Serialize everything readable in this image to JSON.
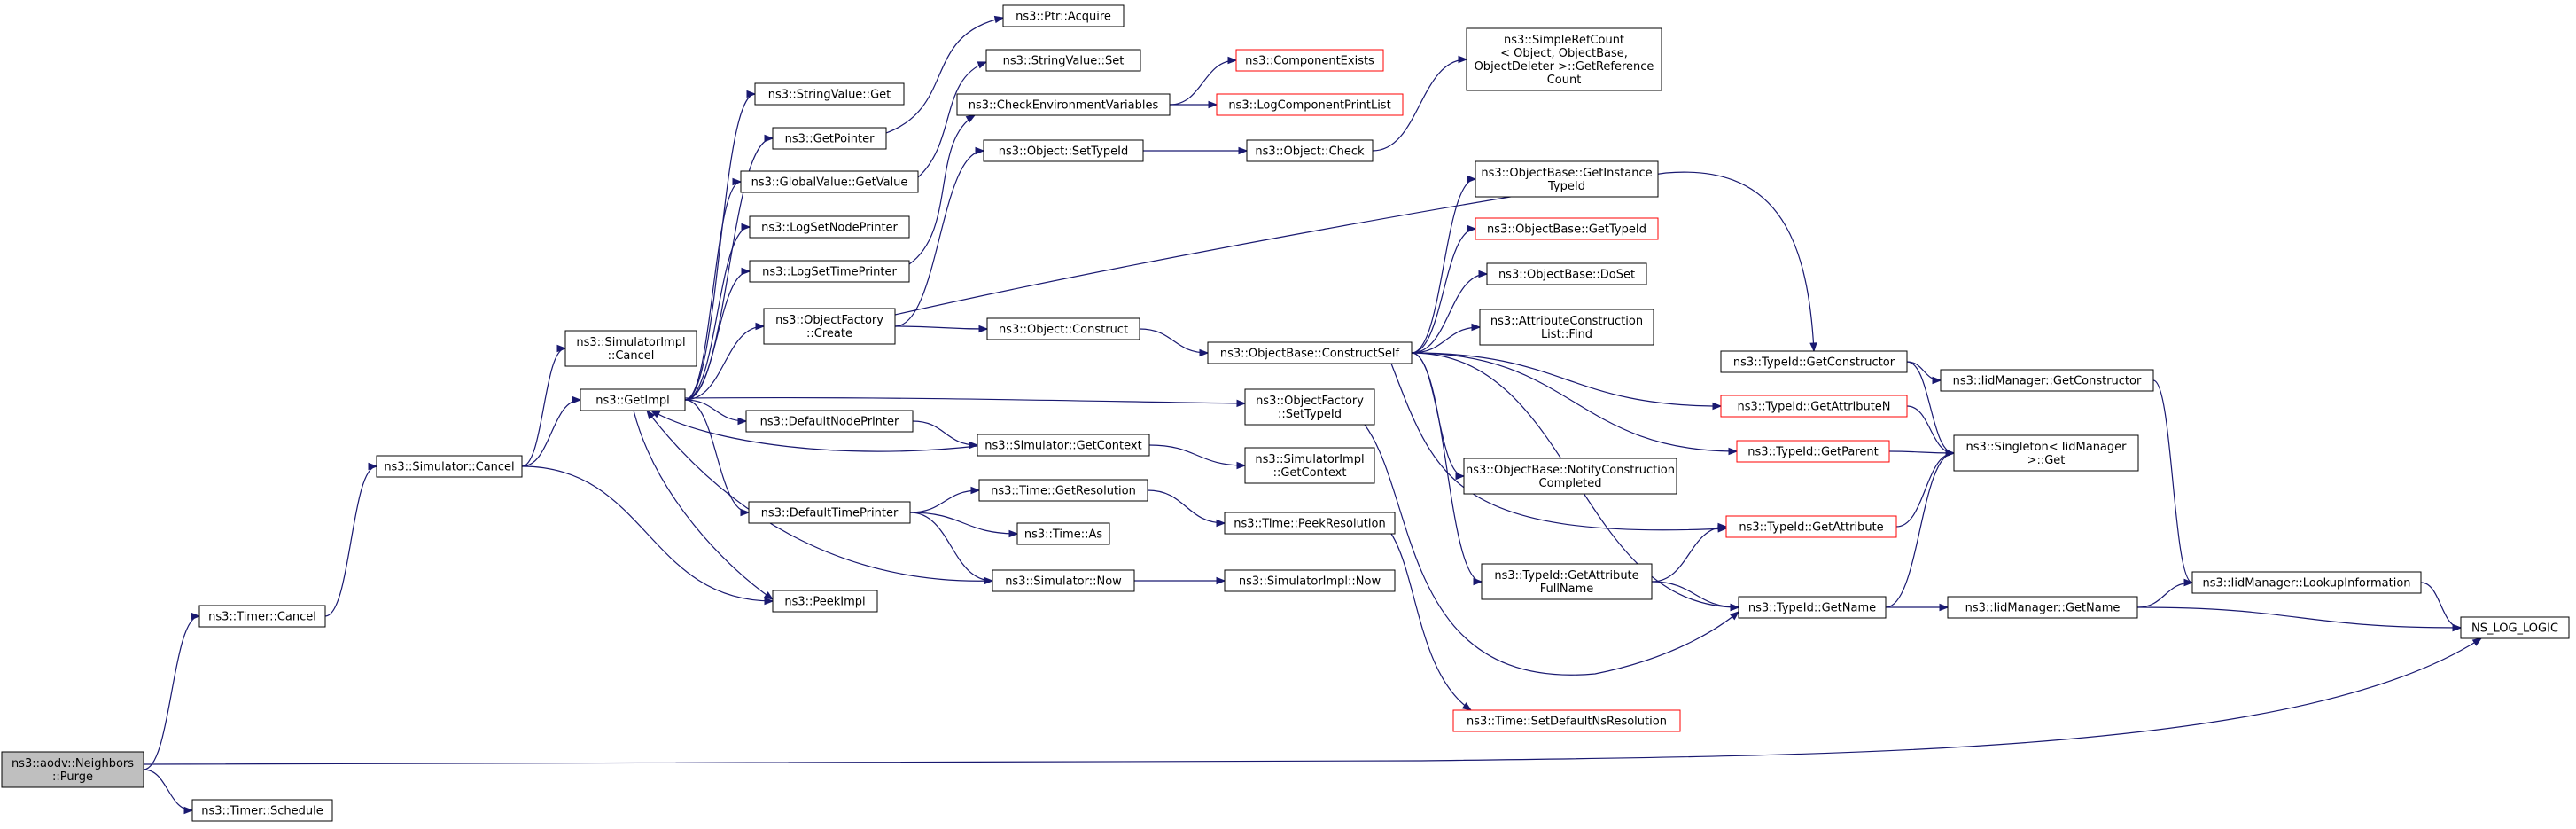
{
  "graph": {
    "colors": {
      "edge": "#191970",
      "border": "#000000",
      "truncated_border": "#ff0000",
      "root_fill": "#bfbfbf"
    },
    "nodes": [
      {
        "id": "purge",
        "lines": [
          "ns3::aodv::Neighbors",
          "::Purge"
        ],
        "root": true
      },
      {
        "id": "timer_cancel",
        "lines": [
          "ns3::Timer::Cancel"
        ]
      },
      {
        "id": "timer_schedule",
        "lines": [
          "ns3::Timer::Schedule"
        ]
      },
      {
        "id": "sim_cancel",
        "lines": [
          "ns3::Simulator::Cancel"
        ]
      },
      {
        "id": "simimpl_cancel",
        "lines": [
          "ns3::SimulatorImpl",
          "::Cancel"
        ]
      },
      {
        "id": "getimpl",
        "lines": [
          "ns3::GetImpl"
        ]
      },
      {
        "id": "peekimpl",
        "lines": [
          "ns3::PeekImpl"
        ]
      },
      {
        "id": "stringvalue_get",
        "lines": [
          "ns3::StringValue::Get"
        ]
      },
      {
        "id": "getpointer",
        "lines": [
          "ns3::GetPointer"
        ]
      },
      {
        "id": "globalvalue_getvalue",
        "lines": [
          "ns3::GlobalValue::GetValue"
        ]
      },
      {
        "id": "logsetnodeprinter",
        "lines": [
          "ns3::LogSetNodePrinter"
        ]
      },
      {
        "id": "logsettimeprinter",
        "lines": [
          "ns3::LogSetTimePrinter"
        ]
      },
      {
        "id": "objectfactory_create",
        "lines": [
          "ns3::ObjectFactory",
          "::Create"
        ]
      },
      {
        "id": "defaultnodeprinter",
        "lines": [
          "ns3::DefaultNodePrinter"
        ]
      },
      {
        "id": "defaulttimeprinter",
        "lines": [
          "ns3::DefaultTimePrinter"
        ]
      },
      {
        "id": "ptr_acquire",
        "lines": [
          "ns3::Ptr::Acquire"
        ]
      },
      {
        "id": "stringvalue_set",
        "lines": [
          "ns3::StringValue::Set"
        ]
      },
      {
        "id": "checkenv",
        "lines": [
          "ns3::CheckEnvironmentVariables"
        ]
      },
      {
        "id": "object_settypeid",
        "lines": [
          "ns3::Object::SetTypeId"
        ]
      },
      {
        "id": "object_construct",
        "lines": [
          "ns3::Object::Construct"
        ]
      },
      {
        "id": "sim_getcontext",
        "lines": [
          "ns3::Simulator::GetContext"
        ]
      },
      {
        "id": "time_getresolution",
        "lines": [
          "ns3::Time::GetResolution"
        ]
      },
      {
        "id": "time_as",
        "lines": [
          "ns3::Time::As"
        ]
      },
      {
        "id": "sim_now",
        "lines": [
          "ns3::Simulator::Now"
        ]
      },
      {
        "id": "componentexists",
        "lines": [
          "ns3::ComponentExists"
        ],
        "truncated": true
      },
      {
        "id": "logcomponentprintlist",
        "lines": [
          "ns3::LogComponentPrintList"
        ],
        "truncated": true
      },
      {
        "id": "object_check",
        "lines": [
          "ns3::Object::Check"
        ]
      },
      {
        "id": "objectfactory_settypeid",
        "lines": [
          "ns3::ObjectFactory",
          "::SetTypeId"
        ]
      },
      {
        "id": "simimpl_getcontext",
        "lines": [
          "ns3::SimulatorImpl",
          "::GetContext"
        ]
      },
      {
        "id": "time_peekresolution",
        "lines": [
          "ns3::Time::PeekResolution"
        ]
      },
      {
        "id": "simimpl_now",
        "lines": [
          "ns3::SimulatorImpl::Now"
        ]
      },
      {
        "id": "objectbase_constructself",
        "lines": [
          "ns3::ObjectBase::ConstructSelf"
        ]
      },
      {
        "id": "simplerefcount",
        "lines": [
          "ns3::SimpleRefCount",
          "< Object, ObjectBase,",
          "ObjectDeleter >::GetReference",
          "Count"
        ]
      },
      {
        "id": "objectbase_getinstancetypeid",
        "lines": [
          "ns3::ObjectBase::GetInstance",
          "TypeId"
        ]
      },
      {
        "id": "objectbase_gettypeid",
        "lines": [
          "ns3::ObjectBase::GetTypeId"
        ],
        "truncated": true
      },
      {
        "id": "objectbase_doset",
        "lines": [
          "ns3::ObjectBase::DoSet"
        ]
      },
      {
        "id": "attributeconstructionlist_find",
        "lines": [
          "ns3::AttributeConstruction",
          "List::Find"
        ]
      },
      {
        "id": "objectbase_notifyconstruction",
        "lines": [
          "ns3::ObjectBase::NotifyConstruction",
          "Completed"
        ]
      },
      {
        "id": "typeid_getattributefullname",
        "lines": [
          "ns3::TypeId::GetAttribute",
          "FullName"
        ]
      },
      {
        "id": "time_setdefaultnsresolution",
        "lines": [
          "ns3::Time::SetDefaultNsResolution"
        ],
        "truncated": true
      },
      {
        "id": "typeid_getconstructor",
        "lines": [
          "ns3::TypeId::GetConstructor"
        ]
      },
      {
        "id": "typeid_getattributen",
        "lines": [
          "ns3::TypeId::GetAttributeN"
        ],
        "truncated": true
      },
      {
        "id": "typeid_getparent",
        "lines": [
          "ns3::TypeId::GetParent"
        ],
        "truncated": true
      },
      {
        "id": "typeid_getattribute",
        "lines": [
          "ns3::TypeId::GetAttribute"
        ],
        "truncated": true
      },
      {
        "id": "typeid_getname",
        "lines": [
          "ns3::TypeId::GetName"
        ]
      },
      {
        "id": "iidmanager_getconstructor",
        "lines": [
          "ns3::IidManager::GetConstructor"
        ]
      },
      {
        "id": "singleton_get",
        "lines": [
          "ns3::Singleton< IidManager",
          ">::Get"
        ]
      },
      {
        "id": "iidmanager_getname",
        "lines": [
          "ns3::IidManager::GetName"
        ]
      },
      {
        "id": "iidmanager_lookupinformation",
        "lines": [
          "ns3::IidManager::LookupInformation"
        ]
      },
      {
        "id": "ns_log_logic",
        "lines": [
          "NS_LOG_LOGIC"
        ]
      }
    ],
    "edges": [
      [
        "purge",
        "timer_cancel"
      ],
      [
        "purge",
        "timer_schedule"
      ],
      [
        "purge",
        "ns_log_logic"
      ],
      [
        "timer_cancel",
        "sim_cancel"
      ],
      [
        "sim_cancel",
        "simimpl_cancel"
      ],
      [
        "sim_cancel",
        "getimpl"
      ],
      [
        "sim_cancel",
        "peekimpl"
      ],
      [
        "getimpl",
        "stringvalue_get"
      ],
      [
        "getimpl",
        "getpointer"
      ],
      [
        "getimpl",
        "globalvalue_getvalue"
      ],
      [
        "getimpl",
        "logsetnodeprinter"
      ],
      [
        "getimpl",
        "logsettimeprinter"
      ],
      [
        "getimpl",
        "objectfactory_create"
      ],
      [
        "getimpl",
        "defaultnodeprinter"
      ],
      [
        "getimpl",
        "defaulttimeprinter"
      ],
      [
        "getimpl",
        "peekimpl"
      ],
      [
        "getimpl",
        "objectfactory_settypeid"
      ],
      [
        "getpointer",
        "ptr_acquire"
      ],
      [
        "globalvalue_getvalue",
        "stringvalue_set"
      ],
      [
        "logsettimeprinter",
        "checkenv"
      ],
      [
        "objectfactory_create",
        "object_settypeid"
      ],
      [
        "objectfactory_create",
        "object_construct"
      ],
      [
        "objectfactory_create",
        "typeid_getconstructor"
      ],
      [
        "checkenv",
        "componentexists"
      ],
      [
        "checkenv",
        "logcomponentprintlist"
      ],
      [
        "object_settypeid",
        "object_check"
      ],
      [
        "object_check",
        "simplerefcount"
      ],
      [
        "object_construct",
        "objectbase_constructself"
      ],
      [
        "objectbase_constructself",
        "objectbase_getinstancetypeid"
      ],
      [
        "objectbase_constructself",
        "objectbase_gettypeid"
      ],
      [
        "objectbase_constructself",
        "objectbase_doset"
      ],
      [
        "objectbase_constructself",
        "attributeconstructionlist_find"
      ],
      [
        "objectbase_constructself",
        "typeid_getattributen"
      ],
      [
        "objectbase_constructself",
        "typeid_getparent"
      ],
      [
        "objectbase_constructself",
        "objectbase_notifyconstruction"
      ],
      [
        "objectbase_constructself",
        "typeid_getattributefullname"
      ],
      [
        "objectbase_constructself",
        "typeid_getattribute"
      ],
      [
        "objectbase_constructself",
        "typeid_getname"
      ],
      [
        "defaultnodeprinter",
        "sim_getcontext"
      ],
      [
        "sim_getcontext",
        "getimpl"
      ],
      [
        "sim_getcontext",
        "simimpl_getcontext"
      ],
      [
        "defaulttimeprinter",
        "time_getresolution"
      ],
      [
        "defaulttimeprinter",
        "time_as"
      ],
      [
        "defaulttimeprinter",
        "sim_now"
      ],
      [
        "time_getresolution",
        "time_peekresolution"
      ],
      [
        "sim_now",
        "getimpl"
      ],
      [
        "sim_now",
        "simimpl_now"
      ],
      [
        "time_peekresolution",
        "time_setdefaultnsresolution"
      ],
      [
        "objectfactory_settypeid",
        "typeid_getname"
      ],
      [
        "typeid_getattributefullname",
        "typeid_getname"
      ],
      [
        "typeid_getattributefullname",
        "typeid_getattribute"
      ],
      [
        "typeid_getconstructor",
        "iidmanager_getconstructor"
      ],
      [
        "typeid_getconstructor",
        "singleton_get"
      ],
      [
        "typeid_getattributen",
        "singleton_get"
      ],
      [
        "typeid_getparent",
        "singleton_get"
      ],
      [
        "typeid_getattribute",
        "singleton_get"
      ],
      [
        "typeid_getname",
        "singleton_get"
      ],
      [
        "typeid_getname",
        "iidmanager_getname"
      ],
      [
        "iidmanager_getconstructor",
        "iidmanager_lookupinformation"
      ],
      [
        "iidmanager_getname",
        "iidmanager_lookupinformation"
      ],
      [
        "iidmanager_getname",
        "ns_log_logic"
      ],
      [
        "iidmanager_lookupinformation",
        "ns_log_logic"
      ]
    ]
  }
}
